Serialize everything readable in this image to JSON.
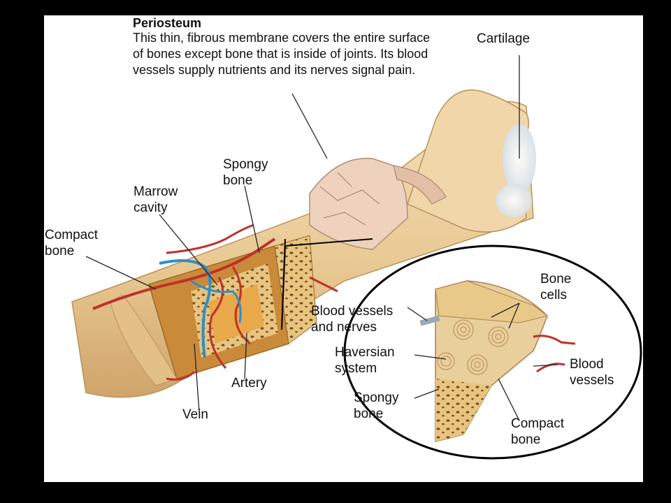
{
  "periosteum": {
    "title": "Periosteum",
    "description": "This thin, fibrous membrane covers the entire surface of bones except bone that is inside of joints. Its blood vessels supply nutrients and its nerves signal pain."
  },
  "labels": {
    "cartilage": "Cartilage",
    "spongy_bone": [
      "Spongy",
      "bone"
    ],
    "marrow_cavity": [
      "Marrow",
      "cavity"
    ],
    "compact_bone": [
      "Compact",
      "bone"
    ],
    "artery": "Artery",
    "vein": "Vein"
  },
  "inset_labels": {
    "bone_cells": [
      "Bone",
      "cells"
    ],
    "vessels_nerves": [
      "Blood vessels",
      "and nerves"
    ],
    "haversian": [
      "Haversian",
      "system"
    ],
    "blood_vessels": [
      "Blood",
      "vessels"
    ],
    "spongy_bone": [
      "Spongy",
      "bone"
    ],
    "compact_bone": [
      "Compact",
      "bone"
    ]
  },
  "colors": {
    "bone": "#f0d9b0",
    "bone_shade": "#d9b27a",
    "marrow": "#c98a3a",
    "artery": "#c0302a",
    "vein": "#2f8fc8",
    "cartilage": "#e8eef2",
    "periosteum": "#efd2bd"
  }
}
